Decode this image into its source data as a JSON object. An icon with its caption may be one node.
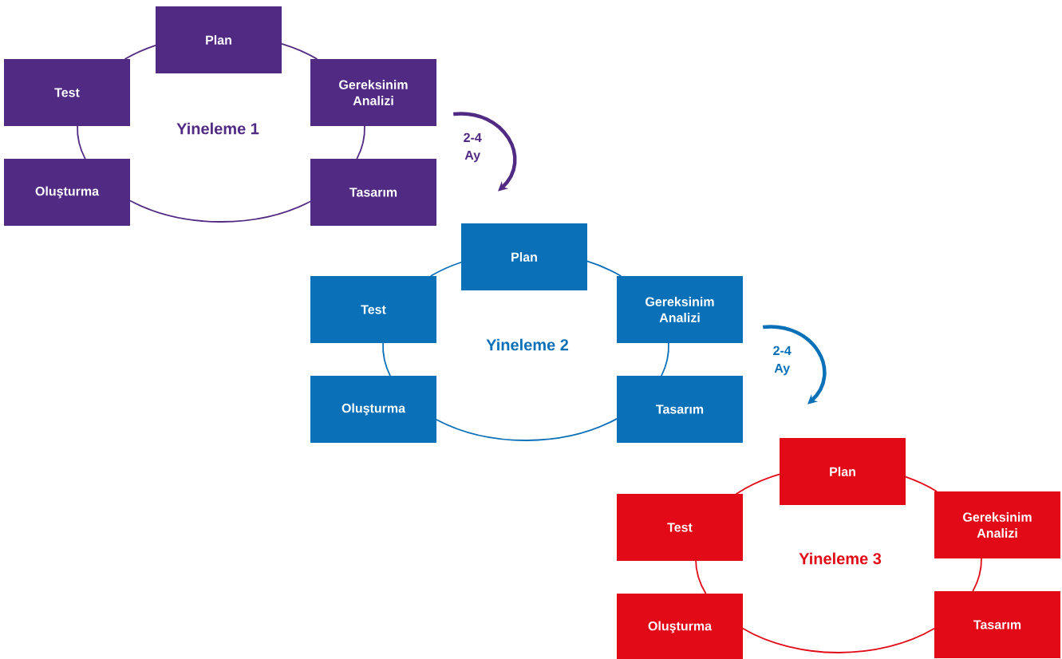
{
  "diagram": {
    "nodes": [
      {
        "text": [
          "Plan"
        ]
      },
      {
        "text": [
          "Test"
        ]
      },
      {
        "text": [
          "Gereksinim Analizi"
        ]
      },
      {
        "text": [
          "Oluşturma"
        ]
      },
      {
        "text": [
          "Tasarım"
        ]
      },
      {
        "text": [
          "Plan"
        ]
      },
      {
        "text": [
          "Test"
        ]
      },
      {
        "text": [
          "Gereksinim Analizi"
        ]
      },
      {
        "text": [
          "Oluşturma"
        ]
      },
      {
        "text": [
          "Tasarım"
        ]
      },
      {
        "text": [
          "Plan"
        ]
      },
      {
        "text": [
          "Test"
        ]
      },
      {
        "text": [
          "Gereksinim Analizi"
        ]
      },
      {
        "text": [
          "Oluşturma"
        ]
      },
      {
        "text": [
          "Tasarım"
        ]
      }
    ],
    "edges": [
      {
        "from": 0,
        "to": 2,
        "arrow": "none",
        "color": "#512a84"
      },
      {
        "from": 2,
        "to": 4,
        "arrow": "none",
        "color": "#512a84"
      },
      {
        "from": 4,
        "to": 3,
        "arrow": "none",
        "color": "#512a84"
      },
      {
        "from": 3,
        "to": 1,
        "arrow": "none",
        "color": "#512a84"
      },
      {
        "from": 1,
        "to": 0,
        "arrow": "none",
        "color": "#512a84"
      },
      {
        "from": 5,
        "to": 7,
        "arrow": "none",
        "color": "#0a70b8"
      },
      {
        "from": 7,
        "to": 9,
        "arrow": "none",
        "color": "#0a70b8"
      },
      {
        "from": 9,
        "to": 8,
        "arrow": "none",
        "color": "#0a70b8"
      },
      {
        "from": 8,
        "to": 6,
        "arrow": "none",
        "color": "#0a70b8"
      },
      {
        "from": 6,
        "to": 5,
        "arrow": "none",
        "color": "#0a70b8"
      },
      {
        "from": 10,
        "to": 12,
        "arrow": "none",
        "color": "#e20a17"
      },
      {
        "from": 12,
        "to": 14,
        "arrow": "none",
        "color": "#e20a17"
      },
      {
        "from": 14,
        "to": 13,
        "arrow": "none",
        "color": "#e20a17"
      },
      {
        "from": 13,
        "to": 11,
        "arrow": "none",
        "color": "#e20a17"
      },
      {
        "from": 11,
        "to": 10,
        "arrow": "none",
        "color": "#e20a17"
      },
      {
        "from": 2,
        "to": 5,
        "arrow": "to",
        "label": "2-4 Ay",
        "style": "thick",
        "color": "#512a84"
      },
      {
        "from": 7,
        "to": 10,
        "arrow": "to",
        "label": "2-4 Ay",
        "style": "thick",
        "color": "#0a70b8"
      }
    ],
    "labels": [
      "Yineleme 1",
      "Yineleme 2",
      "Yineleme 3"
    ]
  }
}
